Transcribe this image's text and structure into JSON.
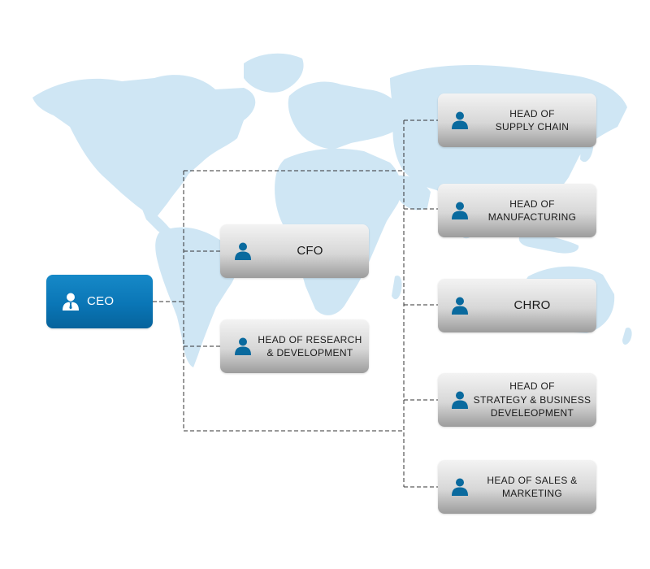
{
  "colors": {
    "map": "#cfe6f4",
    "connector": "#333333",
    "node_icon": "#0a6a9e",
    "ceo_fill": "#0a76b6"
  },
  "nodes": {
    "ceo": {
      "label": "CEO",
      "icon": "person-icon"
    },
    "cfo": {
      "label": "CFO",
      "icon": "person-icon"
    },
    "rnd": {
      "label": "HEAD OF RESEARCH\n& DEVELOPMENT",
      "icon": "person-icon"
    },
    "supply_chain": {
      "label": "HEAD OF\nSUPPLY CHAIN",
      "icon": "person-icon"
    },
    "manufacturing": {
      "label": "HEAD OF\nMANUFACTURING",
      "icon": "person-icon"
    },
    "chro": {
      "label": "CHRO",
      "icon": "person-icon"
    },
    "strategy": {
      "label": "HEAD OF\nSTRATEGY & BUSINESS\nDEVELEOPMENT",
      "icon": "person-icon"
    },
    "sales": {
      "label": "HEAD OF SALES &\nMARKETING",
      "icon": "person-icon"
    }
  },
  "edges": [
    [
      "ceo",
      "cfo"
    ],
    [
      "ceo",
      "rnd"
    ],
    [
      "ceo",
      "supply_chain"
    ],
    [
      "ceo",
      "manufacturing"
    ],
    [
      "ceo",
      "chro"
    ],
    [
      "ceo",
      "strategy"
    ],
    [
      "ceo",
      "sales"
    ]
  ]
}
